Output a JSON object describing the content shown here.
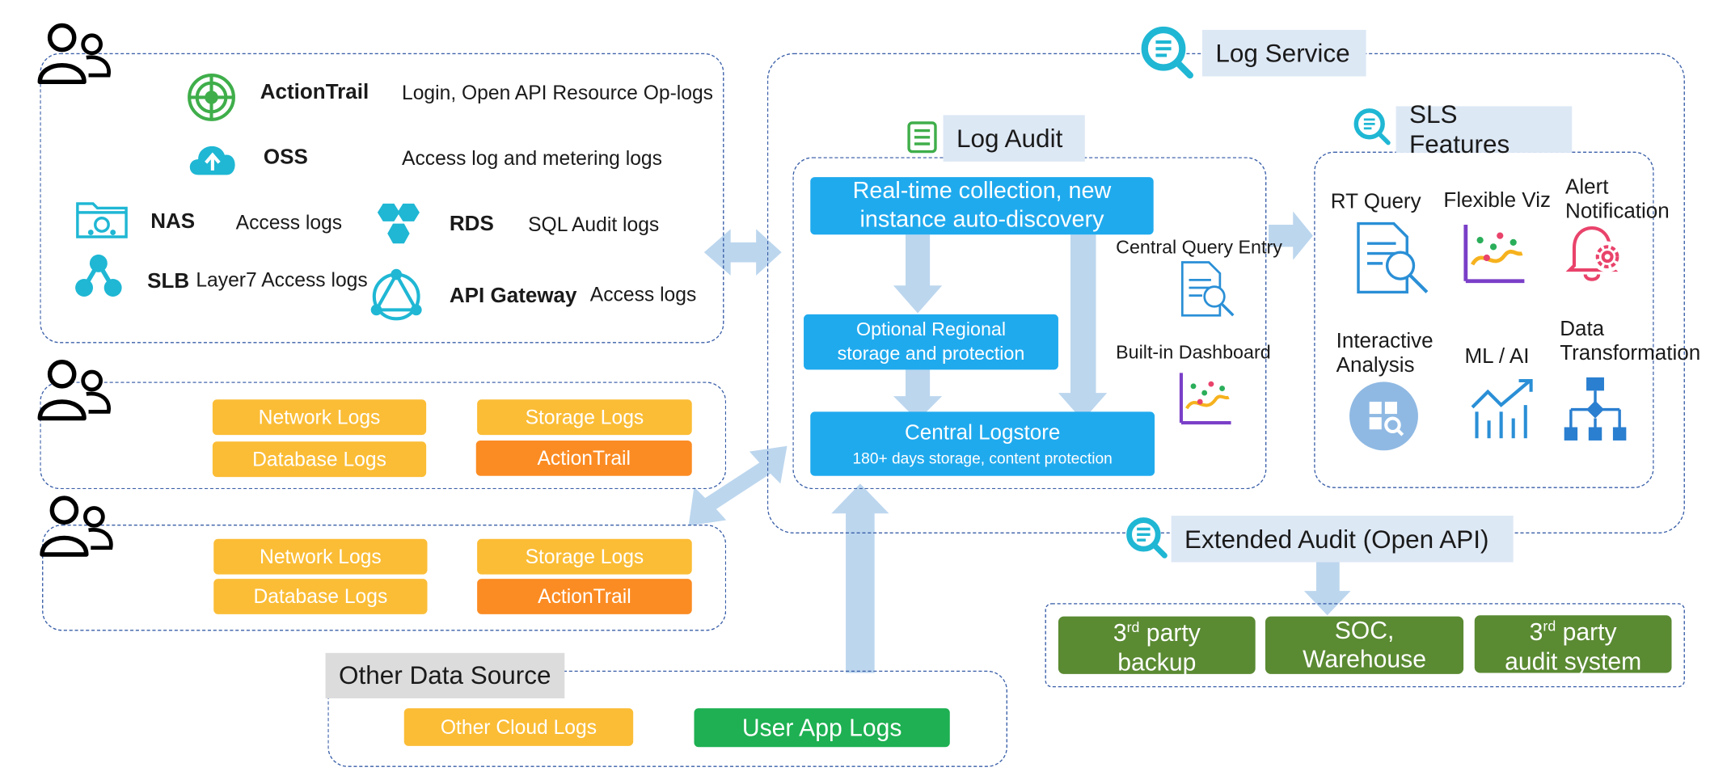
{
  "colors": {
    "yellow": "#fbbd36",
    "orange": "#fb8c23",
    "blue": "#20aaee",
    "green": "#1eb052",
    "olive": "#5a8a32",
    "arrow": "#bcd6ee",
    "dash": "#3a5fa8",
    "icon": "#1fb7d4"
  },
  "sources": [
    {
      "name": "ActionTrail",
      "desc": "Login, Open API Resource Op-logs"
    },
    {
      "name": "OSS",
      "desc": "Access log and metering logs"
    },
    {
      "name": "NAS",
      "desc": "Access logs"
    },
    {
      "name": "RDS",
      "desc": "SQL Audit logs"
    },
    {
      "name": "SLB",
      "desc": "Layer7 Access logs"
    },
    {
      "name": "API Gateway",
      "desc": "Access logs"
    }
  ],
  "account_blocks": [
    {
      "a": "Network Logs",
      "b": "Storage Logs",
      "c": "Database Logs",
      "d": "ActionTrail"
    },
    {
      "a": "Network Logs",
      "b": "Storage Logs",
      "c": "Database Logs",
      "d": "ActionTrail"
    }
  ],
  "other": {
    "title": "Other Data Source",
    "cloud": "Other Cloud Logs",
    "app": "User App Logs"
  },
  "log_service": {
    "title": "Log Service"
  },
  "log_audit": {
    "title": "Log Audit",
    "collect": "Real-time collection, new instance auto-discovery",
    "regional": "Optional Regional storage and protection",
    "central_title": "Central Logstore",
    "central_sub": "180+ days storage, content protection",
    "query_entry": "Central Query Entry",
    "dashboard": "Built-in Dashboard"
  },
  "sls": {
    "title": "SLS Features",
    "features": [
      "RT Query",
      "Flexible Viz",
      "Alert Notification",
      "Interactive Analysis",
      "ML / AI",
      "Data Transformation"
    ]
  },
  "extended": {
    "title": "Extended Audit (Open API)"
  },
  "third_party": [
    {
      "l1": "3",
      "sup": "rd",
      "l1b": " party",
      "l2": "backup"
    },
    {
      "l1": "SOC,",
      "l2": "Warehouse"
    },
    {
      "l1": "3",
      "sup": "rd",
      "l1b": " party",
      "l2": "audit system"
    }
  ]
}
